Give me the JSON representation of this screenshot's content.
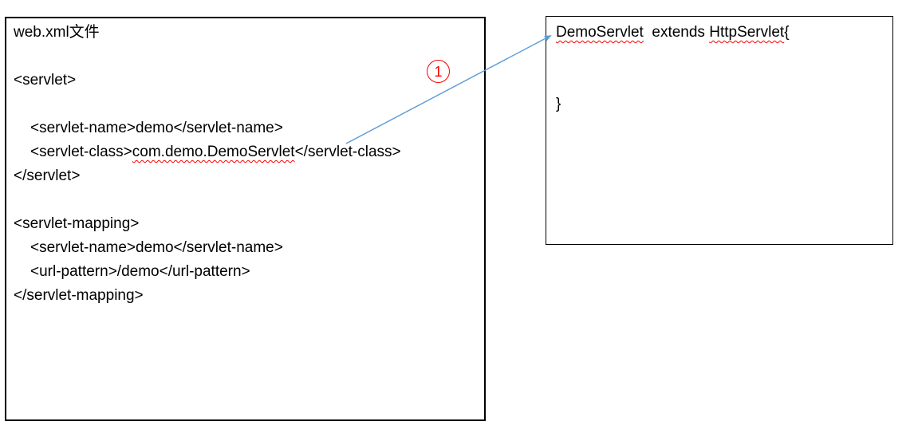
{
  "colors": {
    "arrow": "#5b9bd5",
    "annotation": "#ff0000",
    "border": "#000000",
    "text": "#000000"
  },
  "left_box": {
    "title": "web.xml文件",
    "servlet": {
      "open_tag": "<servlet>",
      "name_line": "<servlet-name>demo</servlet-name>",
      "class_line": {
        "prefix": "<servlet-class>",
        "class_name": "com.demo.DemoServlet",
        "suffix": "</servlet-class>"
      },
      "close_tag": "</servlet>"
    },
    "mapping": {
      "open_tag": "<servlet-mapping>",
      "name_line": "<servlet-name>demo</servlet-name>",
      "url_line": "<url-pattern>/demo</url-pattern>",
      "close_tag": "</servlet-mapping>"
    }
  },
  "right_box": {
    "declaration": {
      "class_name": "DemoServlet",
      "between": "  extends ",
      "superclass": "HttpServlet",
      "open_brace": "{"
    },
    "closing_brace": "}"
  },
  "annotation": {
    "step_number": "1"
  }
}
